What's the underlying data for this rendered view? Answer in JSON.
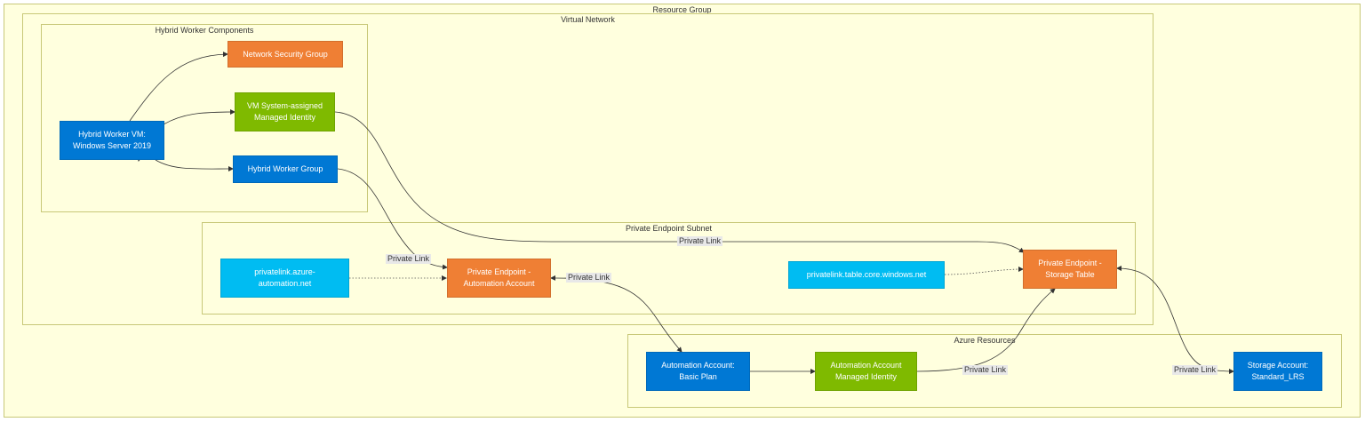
{
  "groups": {
    "resource_group": "Resource Group",
    "virtual_network": "Virtual Network",
    "hybrid_worker_components": "Hybrid Worker Components",
    "private_endpoint_subnet": "Private Endpoint Subnet",
    "azure_resources": "Azure Resources"
  },
  "nodes": {
    "hybrid_worker_vm": "Hybrid Worker VM:\nWindows Server 2019",
    "network_security_group": "Network Security Group",
    "vm_managed_identity": "VM System-assigned\nManaged Identity",
    "hybrid_worker_group": "Hybrid Worker Group",
    "privatelink_automation": "privatelink.azure-\nautomation.net",
    "pe_automation": "Private Endpoint -\nAutomation Account",
    "privatelink_table": "privatelink.table.core.windows.net",
    "pe_storage_table": "Private Endpoint -\nStorage Table",
    "automation_account": "Automation Account:\nBasic Plan",
    "automation_managed_identity": "Automation Account\nManaged Identity",
    "storage_account": "Storage Account:\nStandard_LRS"
  },
  "edge_labels": {
    "hwg_to_pe_automation": "Private Link",
    "mi_to_pe_storage": "Private Link",
    "pe_automation_to_automation": "Private Link",
    "auto_mi_to_pe_storage": "Private Link",
    "pe_storage_to_storage": "Private Link"
  },
  "colors": {
    "compute": "#0078d4",
    "network": "#ef7f34",
    "identity": "#7fba00",
    "dns": "#00bcf2",
    "group_fill": "#ffffde",
    "group_border": "#c8c878"
  }
}
